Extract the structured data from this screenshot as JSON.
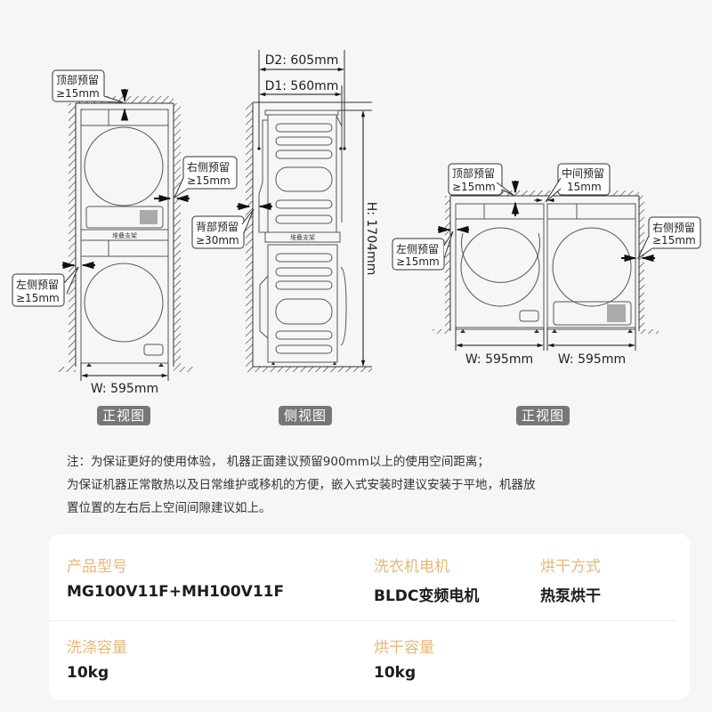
{
  "diagram": {
    "stacked_front_view": {
      "top_clearance": {
        "title": "顶部预留",
        "value": "≥15mm"
      },
      "right_clearance": {
        "title": "右侧预留",
        "value": "≥15mm"
      },
      "left_clearance": {
        "title": "左侧预留",
        "value": "≥15mm"
      },
      "bracket_label": "堆叠支架",
      "width_label": "W: 595mm",
      "view_label": "正视图"
    },
    "side_view": {
      "depth2_label": "D2: 605mm",
      "depth1_label": "D1: 560mm",
      "back_clearance": {
        "title": "背部预留",
        "value": "≥30mm"
      },
      "height_label": "H: 1704mm",
      "bracket_label": "堆叠支架",
      "view_label": "侧视图"
    },
    "side_by_side_front_view": {
      "top_clearance": {
        "title": "顶部预留",
        "value": "≥15mm"
      },
      "middle_clearance": {
        "title": "中间预留",
        "value": "15mm"
      },
      "left_clearance": {
        "title": "左侧预留",
        "value": "≥15mm"
      },
      "right_clearance": {
        "title": "右侧预留",
        "value": "≥15mm"
      },
      "washer_width_label": "W: 595mm",
      "dryer_width_label": "W: 595mm",
      "view_label": "正视图"
    }
  },
  "note": {
    "lines": [
      "注：为保证更好的使用体验， 机器正面建议预留900mm以上的使用空间距离；",
      "为保证机器正常散热以及日常维护或移机的方便，嵌入式安装时建议安装于平地，机器放",
      "置位置的左右后上空间间隙建议如上。"
    ]
  },
  "specs": {
    "model": {
      "label": "产品型号",
      "value": "MG100V11F+MH100V11F"
    },
    "motor": {
      "label": "洗衣机电机",
      "value": "BLDC变频电机"
    },
    "drying_method": {
      "label": "烘干方式",
      "value": "热泵烘干"
    },
    "wash_capacity": {
      "label": "洗涤容量",
      "value": "10kg"
    },
    "dry_capacity": {
      "label": "烘干容量",
      "value": "10kg"
    }
  },
  "colors": {
    "spec_label": "#e6b878",
    "badge_bg": "#777777",
    "background": "#f6f6f6"
  }
}
